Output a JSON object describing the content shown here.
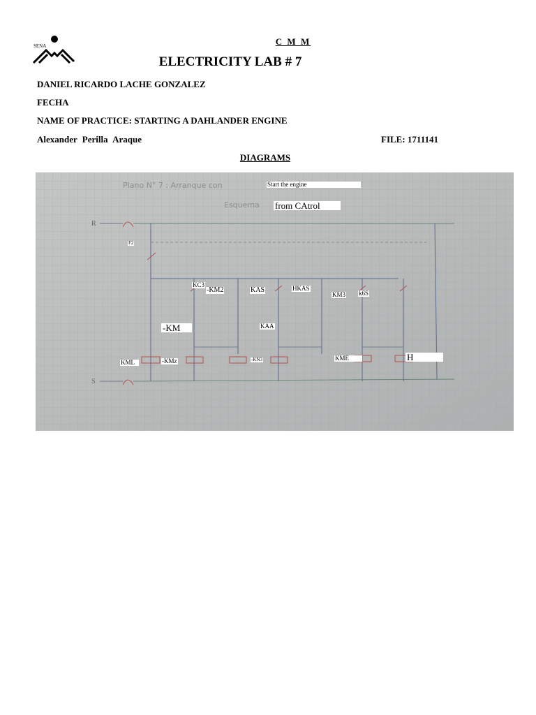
{
  "header": {
    "logo_text": "SENA",
    "organization": "C M M",
    "title": "ELECTRICITY LAB # 7",
    "student": "DANIEL RICARDO LACHE GONZALEZ",
    "date_label": "FECHA",
    "practice": "NAME OF PRACTICE: STARTING A DAHLANDER ENGINE",
    "instructor": "Alexander  Perilla  Araque",
    "file": "FILE:  1711141",
    "section": "DIAGRAMS"
  },
  "diagram": {
    "labels": {
      "start_the_engine": "Start the engine",
      "from_catrol": "from CAtrol",
      "f2": "F2",
      "kc3": "KC3",
      "km2": "-KM2",
      "kas": "KAS",
      "hkas": "HKAS",
      "km3": "KM3",
      "k6s": "k6S",
      "km": "-KM",
      "kaa": "KAA",
      "kml": "KML",
      "kmz": "-KMz",
      "kn3": "-KN3",
      "kme": "KME",
      "h": "H"
    }
  }
}
